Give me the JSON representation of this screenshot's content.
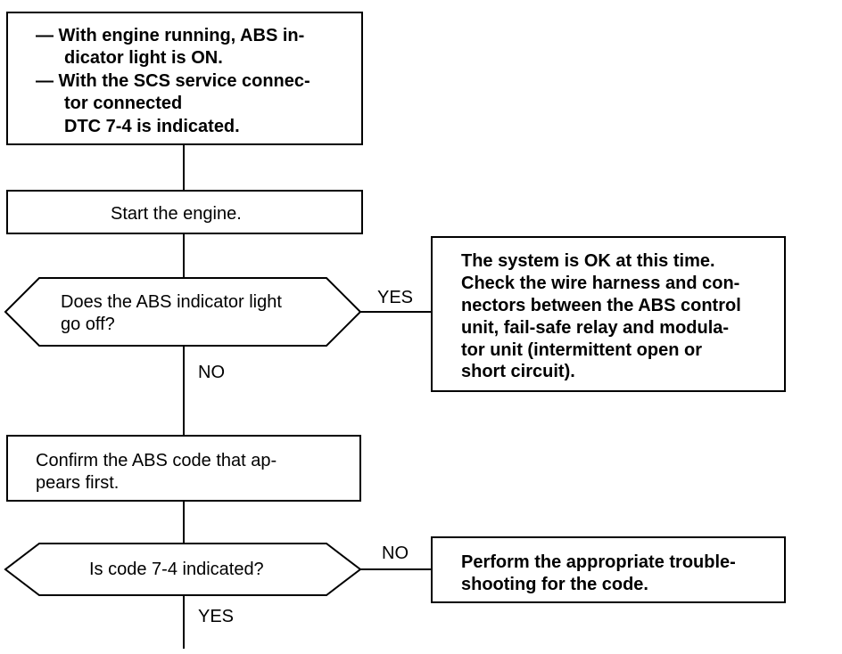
{
  "flowchart": {
    "symptom_box": {
      "line1a": "— With engine running, ABS in-",
      "line1b": "dicator light is ON.",
      "line2a": "— With the SCS service connec-",
      "line2b": "tor connected",
      "line3": "DTC 7-4 is indicated."
    },
    "step_start": "Start the engine.",
    "decision_1": {
      "line1": "Does the ABS indicator light",
      "line2": "go off?"
    },
    "decision_1_yes": "YES",
    "decision_1_no": "NO",
    "result_ok": {
      "line1": "The system is OK at this time.",
      "line2": "Check the wire harness and con-",
      "line3": "nectors between the ABS control",
      "line4": "unit, fail-safe relay and modula-",
      "line5": "tor unit (intermittent open or",
      "line6": "short circuit)."
    },
    "step_confirm": {
      "line1": "Confirm the ABS code that ap-",
      "line2": "pears first."
    },
    "decision_2": "Is code 7-4 indicated?",
    "decision_2_no": "NO",
    "decision_2_yes": "YES",
    "result_other": {
      "line1": "Perform the appropriate trouble-",
      "line2": "shooting for the code."
    }
  }
}
